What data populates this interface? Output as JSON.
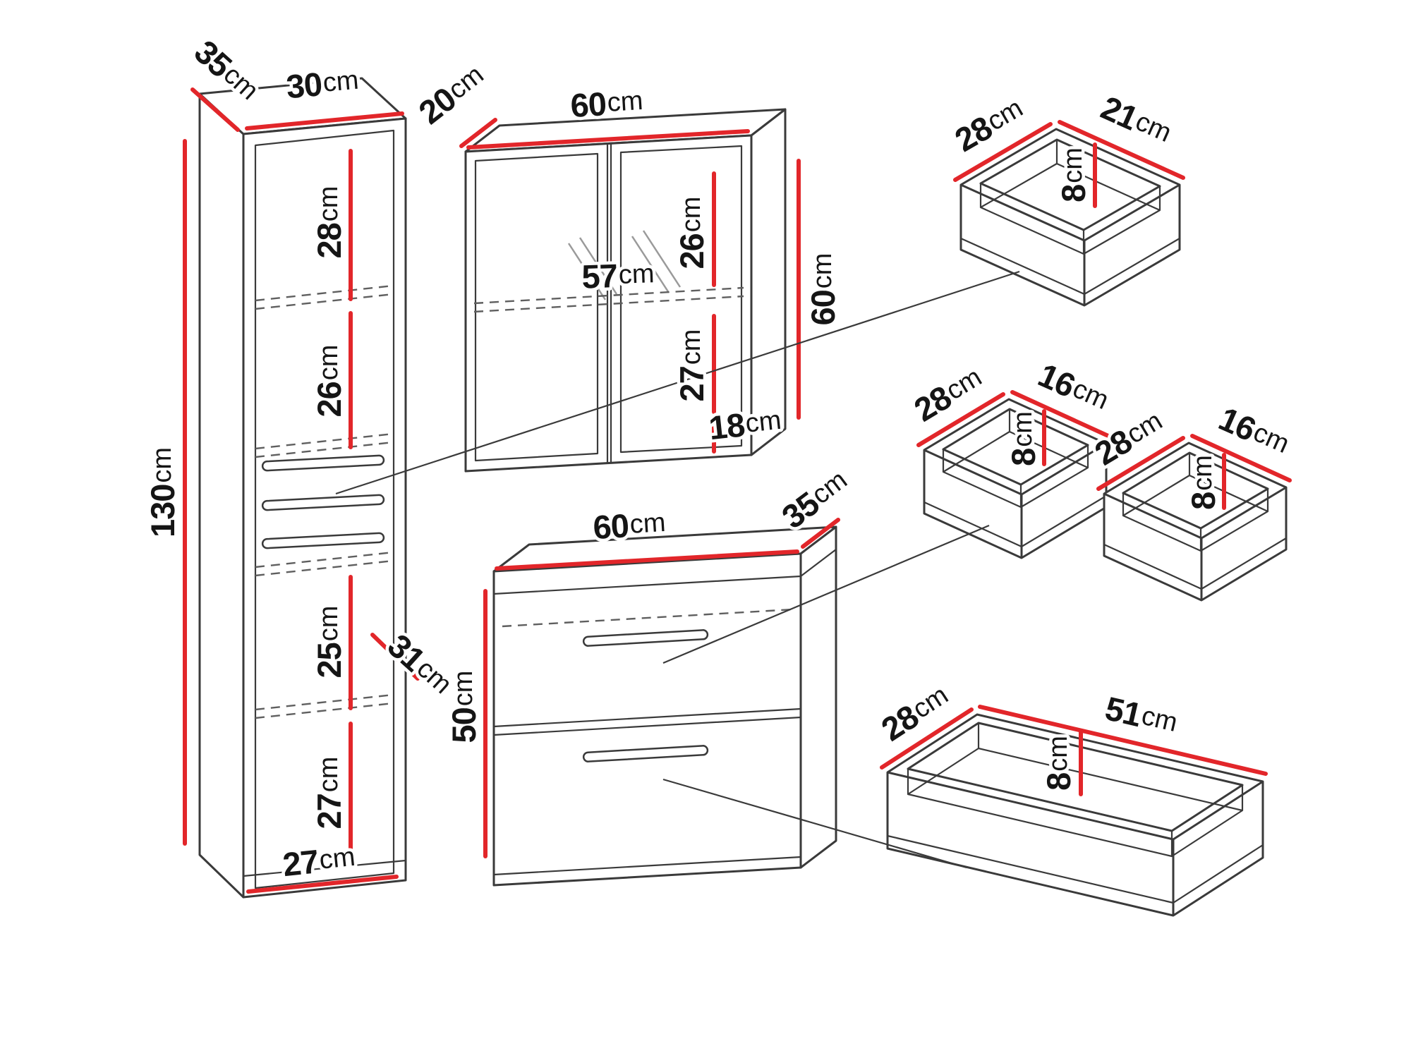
{
  "figures": {
    "tall_cabinet": {
      "depth": {
        "v": "35",
        "u": "cm"
      },
      "width": {
        "v": "30",
        "u": "cm"
      },
      "height": {
        "v": "130",
        "u": "cm"
      },
      "section_top": {
        "v": "28",
        "u": "cm"
      },
      "section_second": {
        "v": "26",
        "u": "cm"
      },
      "section_third": {
        "v": "25",
        "u": "cm"
      },
      "shelf_diagonal": {
        "v": "31",
        "u": "cm"
      },
      "section_bottom": {
        "v": "27",
        "u": "cm"
      },
      "inner_width": {
        "v": "27",
        "u": "cm"
      }
    },
    "mirror_cabinet": {
      "depth": {
        "v": "20",
        "u": "cm"
      },
      "width": {
        "v": "60",
        "u": "cm"
      },
      "height": {
        "v": "60",
        "u": "cm"
      },
      "inner_width": {
        "v": "57",
        "u": "cm"
      },
      "upper_section": {
        "v": "26",
        "u": "cm"
      },
      "lower_section": {
        "v": "27",
        "u": "cm"
      },
      "bottom_section": {
        "v": "18",
        "u": "cm"
      }
    },
    "vanity_cabinet": {
      "width": {
        "v": "60",
        "u": "cm"
      },
      "depth": {
        "v": "35",
        "u": "cm"
      },
      "height": {
        "v": "50",
        "u": "cm"
      }
    },
    "drawer_small": {
      "depth": {
        "v": "28",
        "u": "cm"
      },
      "width": {
        "v": "21",
        "u": "cm"
      },
      "height": {
        "v": "8",
        "u": "cm"
      }
    },
    "drawer_mid_left": {
      "depth": {
        "v": "28",
        "u": "cm"
      },
      "width": {
        "v": "16",
        "u": "cm"
      },
      "height": {
        "v": "8",
        "u": "cm"
      }
    },
    "drawer_mid_right": {
      "depth": {
        "v": "28",
        "u": "cm"
      },
      "width": {
        "v": "16",
        "u": "cm"
      },
      "height": {
        "v": "8",
        "u": "cm"
      }
    },
    "drawer_large": {
      "depth": {
        "v": "28",
        "u": "cm"
      },
      "width": {
        "v": "51",
        "u": "cm"
      },
      "height": {
        "v": "8",
        "u": "cm"
      }
    }
  },
  "colors": {
    "dimension_red": "#e2262a",
    "outline": "#3a3a3a",
    "hidden_line": "#5f5f5f"
  }
}
